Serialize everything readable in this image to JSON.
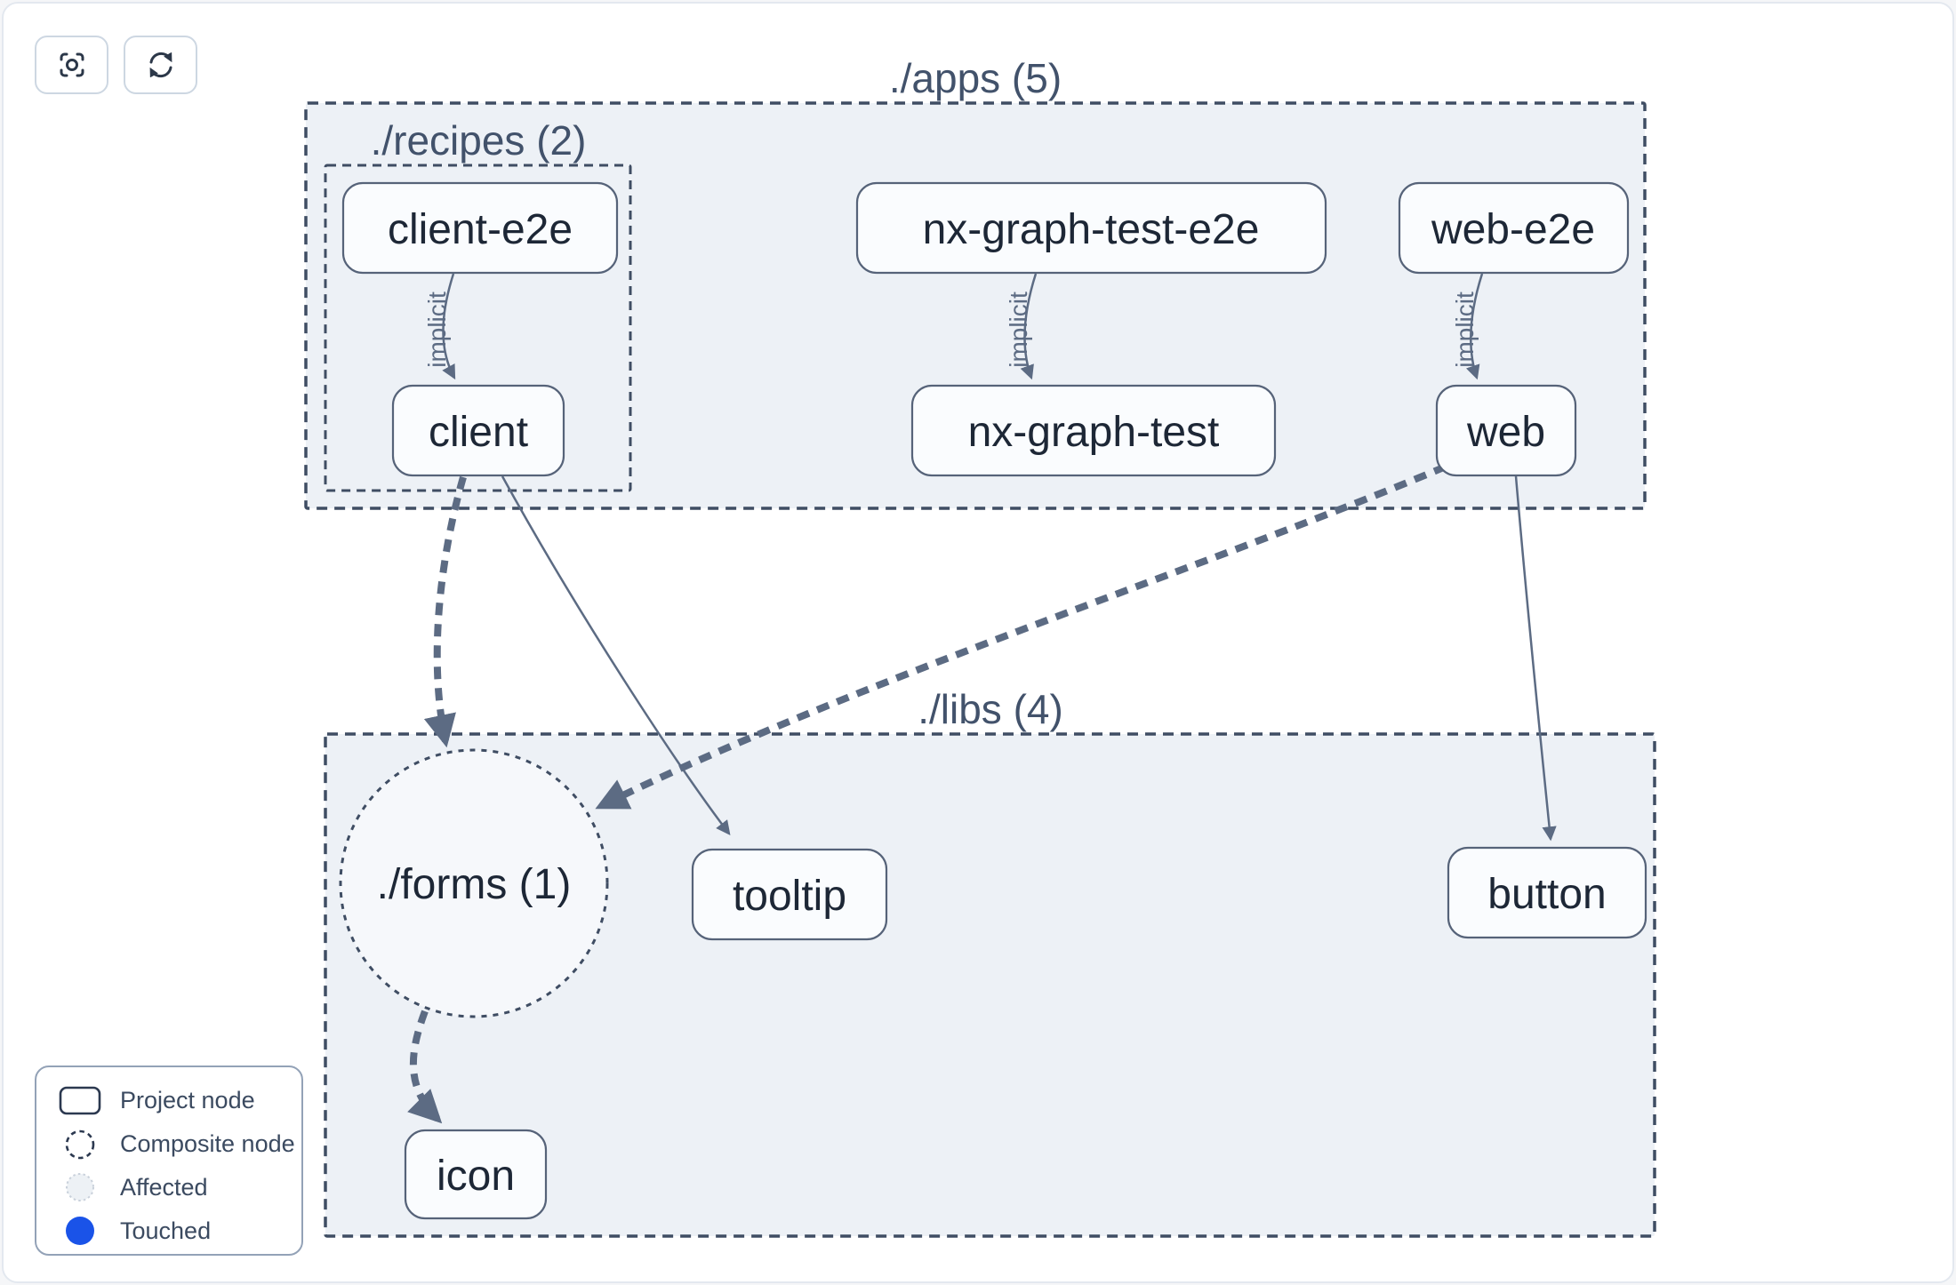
{
  "toolbar": {
    "buttons": [
      {
        "icon": "focus-crosshair-icon",
        "action": "center-graph"
      },
      {
        "icon": "refresh-icon",
        "action": "refresh-graph"
      }
    ]
  },
  "graph": {
    "clusters": [
      {
        "id": "apps",
        "label": "./apps (5)"
      },
      {
        "id": "recipes",
        "label": "./recipes (2)"
      },
      {
        "id": "libs",
        "label": "./libs (4)"
      }
    ],
    "composite_nodes": [
      {
        "id": "forms",
        "label": "./forms (1)"
      }
    ],
    "project_nodes": [
      {
        "id": "client-e2e",
        "label": "client-e2e",
        "cluster": "recipes"
      },
      {
        "id": "nx-graph-test-e2e",
        "label": "nx-graph-test-e2e",
        "cluster": "apps"
      },
      {
        "id": "web-e2e",
        "label": "web-e2e",
        "cluster": "apps"
      },
      {
        "id": "client",
        "label": "client",
        "cluster": "recipes"
      },
      {
        "id": "nx-graph-test",
        "label": "nx-graph-test",
        "cluster": "apps"
      },
      {
        "id": "web",
        "label": "web",
        "cluster": "apps"
      },
      {
        "id": "tooltip",
        "label": "tooltip",
        "cluster": "libs"
      },
      {
        "id": "button",
        "label": "button",
        "cluster": "libs"
      },
      {
        "id": "icon",
        "label": "icon",
        "cluster": "libs"
      }
    ],
    "edges": [
      {
        "from": "client-e2e",
        "to": "client",
        "style": "implicit",
        "label": "implicit"
      },
      {
        "from": "nx-graph-test-e2e",
        "to": "nx-graph-test",
        "style": "implicit",
        "label": "implicit"
      },
      {
        "from": "web-e2e",
        "to": "web",
        "style": "implicit",
        "label": "implicit"
      },
      {
        "from": "client",
        "to": "./forms (1)",
        "style": "thick-dashed"
      },
      {
        "from": "client",
        "to": "tooltip",
        "style": "thin"
      },
      {
        "from": "web",
        "to": "./forms (1)",
        "style": "thick-dashed"
      },
      {
        "from": "web",
        "to": "button",
        "style": "thin"
      },
      {
        "from": "./forms (1)",
        "to": "icon",
        "style": "thick-dashed"
      }
    ]
  },
  "legend": {
    "items": [
      {
        "swatch": "project-node-swatch",
        "label": "Project node"
      },
      {
        "swatch": "composite-node-swatch",
        "label": "Composite node"
      },
      {
        "swatch": "affected-swatch",
        "label": "Affected"
      },
      {
        "swatch": "touched-swatch",
        "label": "Touched"
      }
    ]
  },
  "colors": {
    "cluster_fill": "#edf1f6",
    "composite_fill": "#f6f8fb",
    "node_fill": "#fafcfe",
    "cluster_border": "#3f4d63",
    "node_border": "#566379",
    "edge": "#5c6b83",
    "node_text": "#1d2736",
    "cluster_label_text": "#42526b",
    "touched_blue": "#1a53e8",
    "affected_fill": "#edf1f5",
    "affected_border": "#c9d1db"
  }
}
